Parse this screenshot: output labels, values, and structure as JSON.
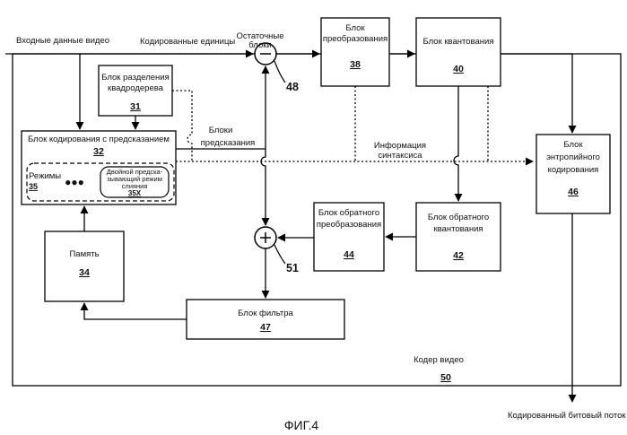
{
  "labels": {
    "input_video": "Входные данные видео",
    "encoded_units": "Кодированные единицы",
    "residual_1": "Остаточные",
    "residual_2": "блоки",
    "summer_top_num": "48",
    "summer_bottom_num": "51",
    "pred_blocks_1": "Блоки",
    "pred_blocks_2": "предсказания",
    "syntax_1": "Информация",
    "syntax_2": "синтаксиса",
    "video_encoder": "Кодер видео",
    "video_encoder_num": "50",
    "output_bitstream": "Кодированный битовый поток",
    "figure_caption": "ФИГ.4"
  },
  "blocks": {
    "quadtree": {
      "line1": "Блок разделения",
      "line2": "квадродерева",
      "num": "31"
    },
    "prediction": {
      "line1": "Блок кодирования с предсказанием",
      "num": "32"
    },
    "modes": {
      "label": "Режимы",
      "num": "35",
      "ellipsis": "●●●"
    },
    "merge_mode": {
      "line1": "Двойной предска-",
      "line2": "зывающий режим",
      "line3": "слияния",
      "num": "35X"
    },
    "transform": {
      "line1": "Блок",
      "line2": "преобразования",
      "num": "38"
    },
    "quantization": {
      "line1": "Блок квантования",
      "num": "40"
    },
    "entropy": {
      "line1": "Блок",
      "line2": "энтропийного",
      "line3": "кодирования",
      "num": "46"
    },
    "inv_transform": {
      "line1": "Блок обратного",
      "line2": "преобразования",
      "num": "44"
    },
    "inv_quant": {
      "line1": "Блок обратного",
      "line2": "квантования",
      "num": "42"
    },
    "memory": {
      "line1": "Память",
      "num": "34"
    },
    "filter": {
      "line1": "Блок фильтра",
      "num": "47"
    }
  }
}
